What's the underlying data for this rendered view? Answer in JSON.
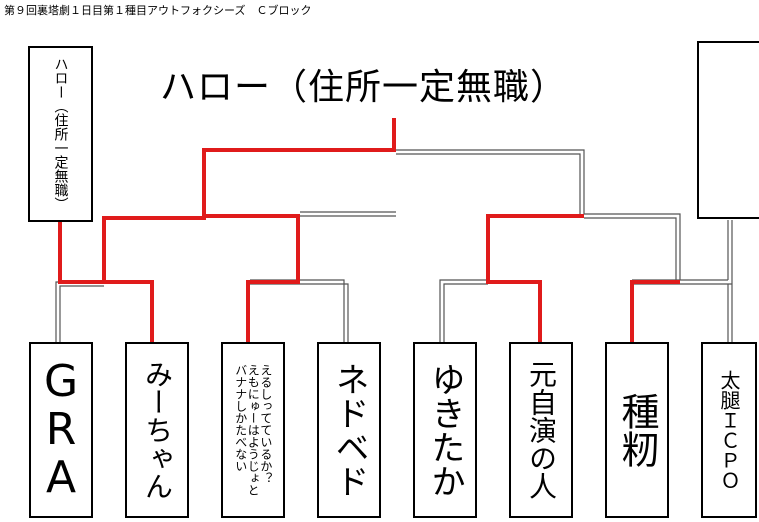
{
  "title": "第９回裏塔劇１日目第１種目アウトフォクシーズ　Ｃブロック",
  "champion": "ハロー（住所一定無職）",
  "winner_box_small": "ハロー（住所一定無職）",
  "entrants": [
    {
      "name": "GRA"
    },
    {
      "name": "みーちゃん"
    },
    {
      "name": "えるしってているか？\nえもにゅーはようじょと\nバナナしかたべない"
    },
    {
      "name": "ネドベド"
    },
    {
      "name": "ゆきたか"
    },
    {
      "name": "元自演の人"
    },
    {
      "name": "種籾"
    },
    {
      "name": "太腿ＩＣＰＯ"
    }
  ],
  "colors": {
    "win": "#e01b1b",
    "lose": "#555555"
  }
}
